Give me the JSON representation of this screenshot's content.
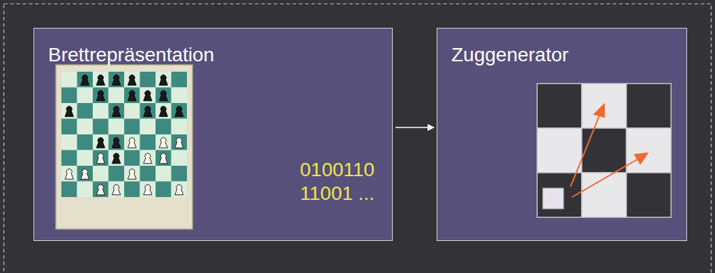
{
  "diagram": {
    "nodes": [
      {
        "text": [
          "Brettrepräsentation",
          "0100110 11001 ..."
        ]
      },
      {
        "text": [
          "Zuggenerator"
        ]
      }
    ],
    "edges": [
      {
        "from": 0,
        "to": 1,
        "arrow": "to"
      }
    ]
  }
}
